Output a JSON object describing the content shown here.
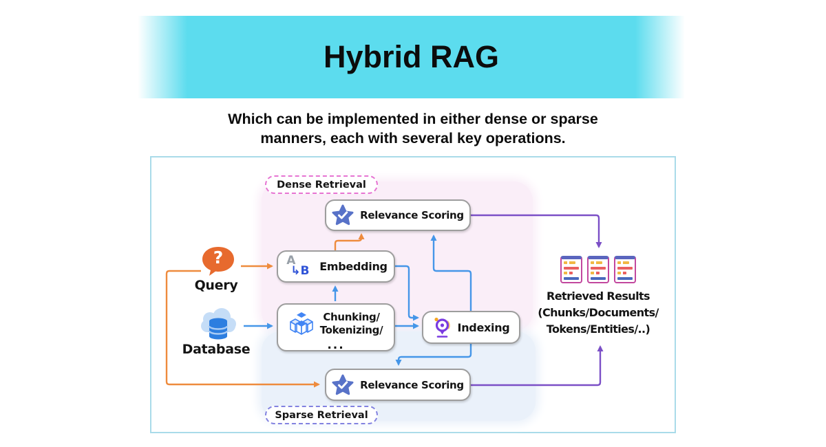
{
  "banner": {
    "title": "Hybrid RAG"
  },
  "subtitle": {
    "line1": "Which can be implemented in either dense or sparse",
    "line2": "manners, each with several key operations."
  },
  "diagram": {
    "dense_region_label": "Dense Retrieval",
    "sparse_region_label": "Sparse Retrieval",
    "query": {
      "label": "Query",
      "glyph": "?"
    },
    "database": {
      "label": "Database"
    },
    "embedding": {
      "label": "Embedding",
      "icon_top": "A",
      "icon_bottom": "↳B"
    },
    "chunking": {
      "line1": "Chunking/",
      "line2": "Tokenizing/",
      "line3": "..."
    },
    "indexing": {
      "label": "Indexing"
    },
    "relevance_dense": {
      "label": "Relevance Scoring"
    },
    "relevance_sparse": {
      "label": "Relevance Scoring"
    },
    "results": {
      "line1": "Retrieved Results",
      "line2": "(Chunks/Documents/",
      "line3": "Tokens/Entities/..)"
    },
    "colors": {
      "banner_cyan": "#5cdcee",
      "arrow_orange": "#ee8b3d",
      "arrow_blue": "#4596e8",
      "arrow_purple": "#7b4fc6",
      "dense_region": "#faeef8",
      "sparse_region": "#eaf1fa",
      "dense_pill_border": "#e673d2",
      "sparse_pill_border": "#8282e0",
      "node_border": "#9d9d9d",
      "panel_border": "#a9dbe9",
      "query_orange": "#e76a2e",
      "database_blue": "#2d7ee0",
      "star_blue": "#5872c8",
      "pin_purple": "#7a3be0",
      "doc_border_pink": "#c2479e",
      "doc_border_indigo": "#5a65be"
    }
  }
}
